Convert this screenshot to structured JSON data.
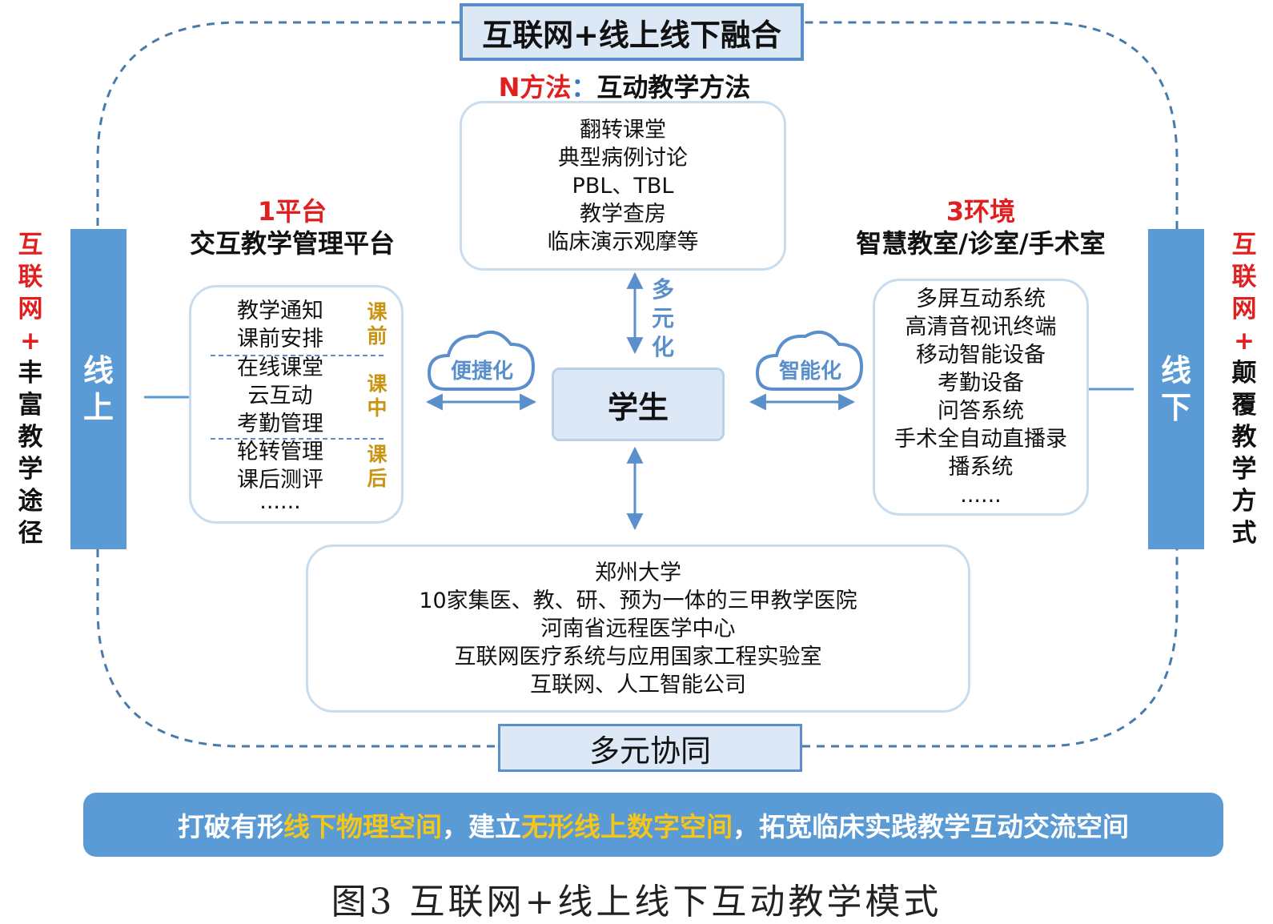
{
  "header": {
    "title": "互联网+线上线下融合"
  },
  "methods": {
    "label_prefix": "N方法",
    "label_colon": "：",
    "label_rest": "互动教学方法",
    "items": [
      "翻转课堂",
      "典型病例讨论",
      "PBL、TBL",
      "教学查房",
      "临床演示观摩等"
    ]
  },
  "platform": {
    "label_red": "1平台",
    "label": "交互教学管理平台",
    "items": [
      "教学通知",
      "课前安排",
      "在线课堂",
      "云互动",
      "考勤管理",
      "轮转管理",
      "课后测评",
      "......"
    ],
    "stages": [
      "课前",
      "课中",
      "课后"
    ]
  },
  "environment": {
    "label_red": "3环境",
    "label": "智慧教室/诊室/手术室",
    "items": [
      "多屏互动系统",
      "高清音视讯终端",
      "移动智能设备",
      "考勤设备",
      "问答系统",
      "手术全自动直播录",
      "播系统",
      "......"
    ]
  },
  "student": {
    "label": "学生"
  },
  "arrows": {
    "left_cloud": "便捷化",
    "right_cloud": "智能化",
    "top": "多元化"
  },
  "partners": {
    "items": [
      "郑州大学",
      "10家集医、教、研、预为一体的三甲教学医院",
      "河南省远程医学中心",
      "互联网医疗系统与应用国家工程实验室",
      "互联网、人工智能公司"
    ]
  },
  "synergy": {
    "label": "多元协同"
  },
  "sides": {
    "online": "线上",
    "offline": "线下",
    "left_outer_red": "互联网+",
    "left_outer": "丰富教学途径",
    "right_outer_red": "互联网+",
    "right_outer": "颠覆教学方式"
  },
  "banner": {
    "part1": "打破有形",
    "hl1": "线下物理空间",
    "part2": "，建立",
    "hl2": "无形线上数字空间",
    "part3": "，拓宽临床实践教学互动交流空间"
  },
  "caption": "图3 互联网+线上线下互动教学模式",
  "colors": {
    "accent_blue": "#5b9bd5",
    "frame_blue": "#5b8fcb",
    "red": "#e02020",
    "gold": "#c89411",
    "highlight": "#f5c518"
  }
}
